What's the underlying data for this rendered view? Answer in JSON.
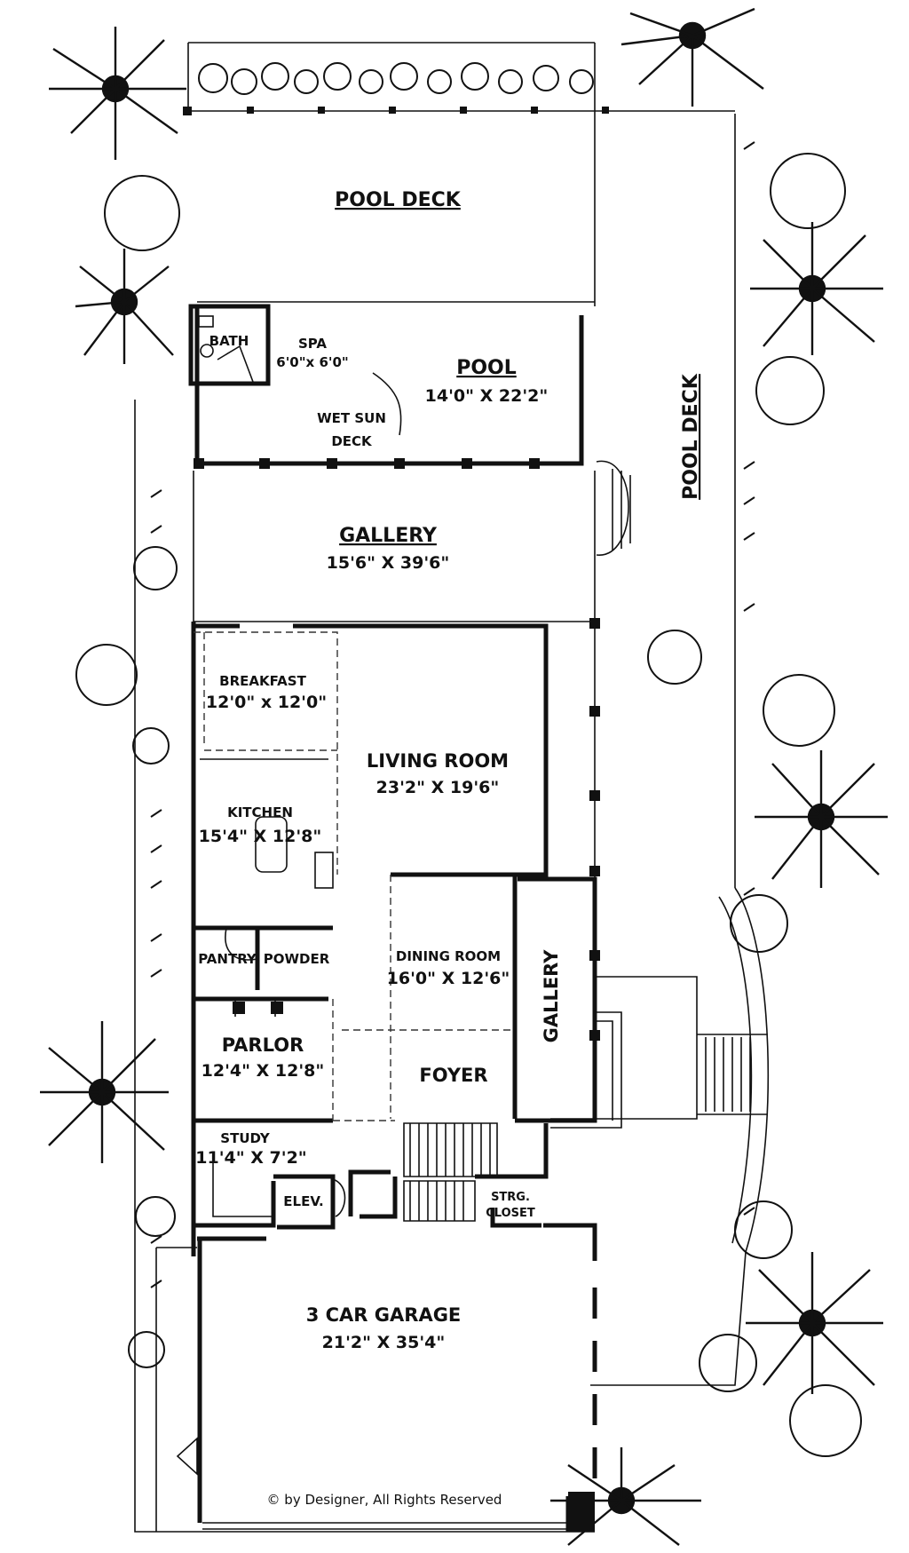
{
  "rooms": {
    "pool_deck_top": {
      "name": "POOL DECK"
    },
    "pool_deck_side": {
      "name": "POOL DECK"
    },
    "bath": {
      "name": "BATH"
    },
    "spa": {
      "name": "SPA",
      "dims": "6'0\"x 6'0\""
    },
    "pool": {
      "name": "POOL",
      "dims": "14'0\" X 22'2\""
    },
    "wet_sun_deck": {
      "name_line1": "WET SUN",
      "name_line2": "DECK"
    },
    "gallery_rear": {
      "name": "GALLERY",
      "dims": "15'6\" X 39'6\""
    },
    "breakfast": {
      "name": "BREAKFAST",
      "dims": "12'0\" x 12'0\""
    },
    "living_room": {
      "name": "LIVING ROOM",
      "dims": "23'2\" X 19'6\""
    },
    "kitchen": {
      "name": "KITCHEN",
      "dims": "15'4\" X 12'8\""
    },
    "pantry": {
      "name": "PANTRY"
    },
    "powder": {
      "name": "POWDER"
    },
    "dining_room": {
      "name": "DINING ROOM",
      "dims": "16'0\" X 12'6\""
    },
    "gallery_side": {
      "name": "GALLERY"
    },
    "parlor": {
      "name": "PARLOR",
      "dims": "12'4\" X 12'8\""
    },
    "foyer": {
      "name": "FOYER"
    },
    "study": {
      "name": "STUDY",
      "dims": "11'4\" X 7'2\""
    },
    "elevator": {
      "name": "ELEV."
    },
    "storage_closet": {
      "name_line1": "STRG.",
      "name_line2": "CLOSET"
    },
    "garage": {
      "name": "3 CAR GARAGE",
      "dims": "21'2\" X 35'4\""
    }
  },
  "copyright": "© by Designer, All Rights Reserved",
  "colors": {
    "ink": "#111111",
    "paper": "#ffffff"
  },
  "icons": [
    "palm-tree-icon",
    "shrub-icon"
  ]
}
